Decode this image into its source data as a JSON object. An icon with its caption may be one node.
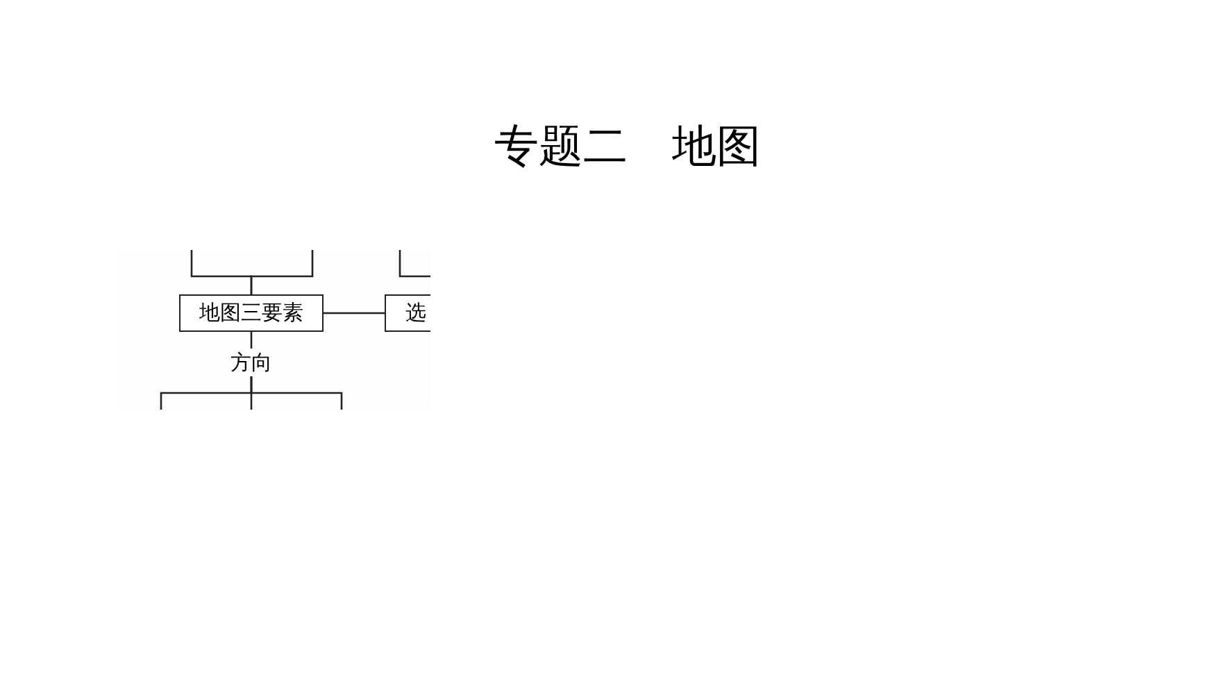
{
  "diagram": {
    "title": "专题二　地图",
    "nodes": [
      {
        "text": [
          "地图三要素"
        ]
      },
      {
        "text": [
          "选"
        ]
      },
      {
        "text": [
          "方向"
        ]
      }
    ],
    "edges": [
      {
        "from": null,
        "to": 0,
        "arrow": "none"
      },
      {
        "from": null,
        "to": 0,
        "arrow": "none"
      },
      {
        "from": 0,
        "to": 1,
        "arrow": "none"
      },
      {
        "from": 0,
        "to": 2,
        "arrow": "none"
      },
      {
        "from": 2,
        "to": null,
        "arrow": "none"
      },
      {
        "from": 2,
        "to": null,
        "arrow": "none"
      },
      {
        "from": 2,
        "to": null,
        "arrow": "none"
      }
    ]
  }
}
